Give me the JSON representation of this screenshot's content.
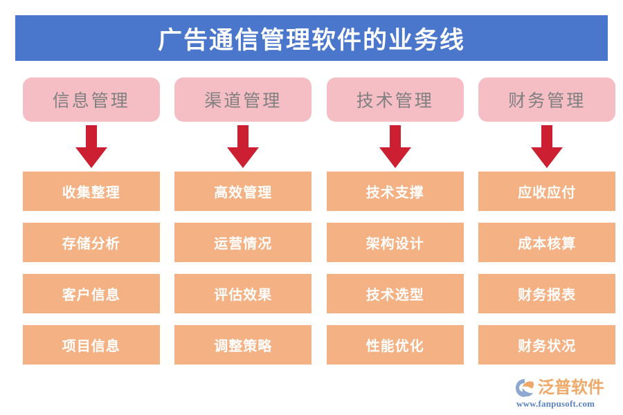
{
  "title": {
    "text": "广告通信管理软件的业务线",
    "background_color": "#4a77cc",
    "text_color": "#ffffff"
  },
  "colors": {
    "header_box": "#f5bdc4",
    "header_text": "#808080",
    "item_box": "#f4b183",
    "item_text": "#ffffff",
    "arrow": "#cc2032",
    "banner": "#4a77cc"
  },
  "columns": [
    {
      "header": "信息管理",
      "arrow": "arrow-down-icon",
      "items": [
        "收集整理",
        "存储分析",
        "客户信息",
        "项目信息"
      ]
    },
    {
      "header": "渠道管理",
      "arrow": "arrow-down-icon",
      "items": [
        "高效管理",
        "运营情况",
        "评估效果",
        "调整策略"
      ]
    },
    {
      "header": "技术管理",
      "arrow": "arrow-down-icon",
      "items": [
        "技术支撑",
        "架构设计",
        "技术选型",
        "性能优化"
      ]
    },
    {
      "header": "财务管理",
      "arrow": "arrow-down-icon",
      "items": [
        "应收应付",
        "成本核算",
        "财务报表",
        "财务状况"
      ]
    }
  ],
  "logo": {
    "mark": "fanpu-swoosh-icon",
    "name": "泛普软件",
    "url": "www.fanpusoft.com",
    "name_color": "#f0a868",
    "url_color": "#5b82c4"
  }
}
